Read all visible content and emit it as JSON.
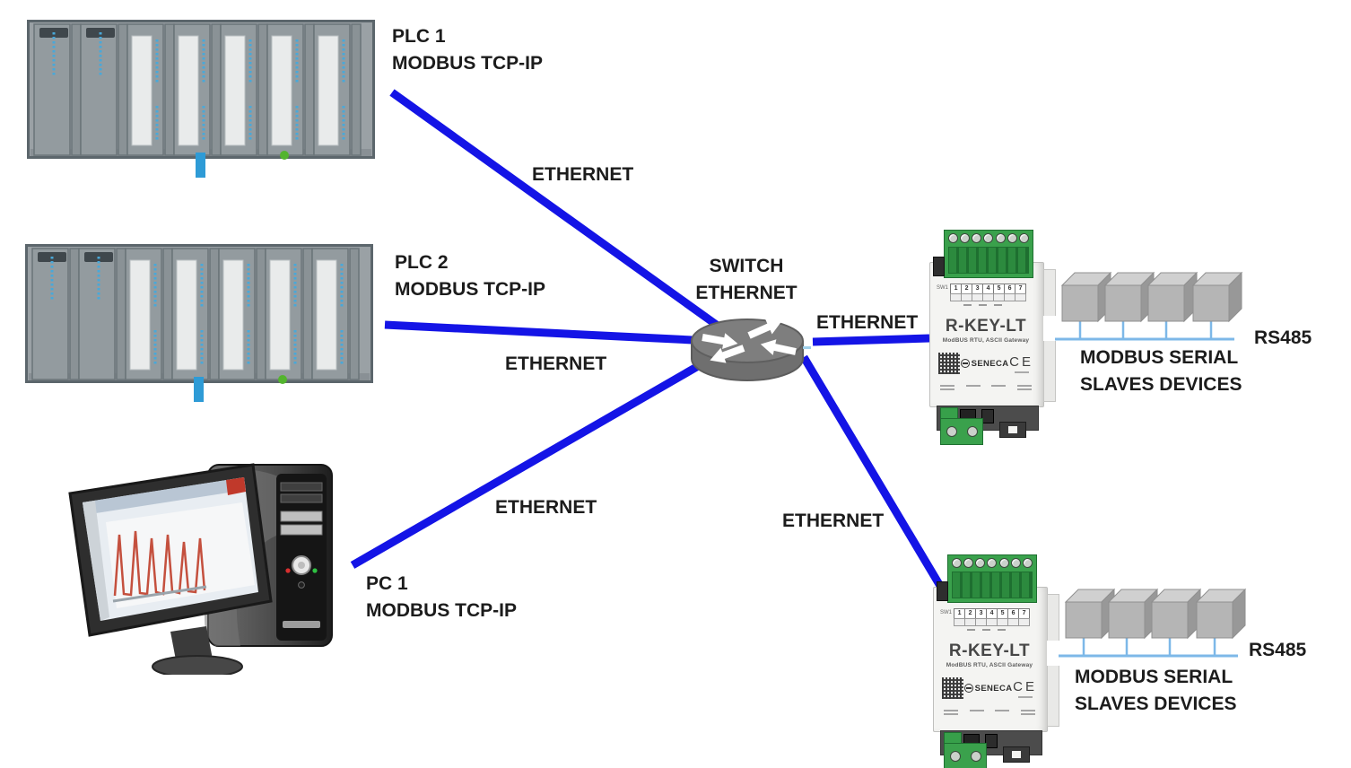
{
  "diagram": {
    "nodes": {
      "plc1": {
        "label_line1": "PLC 1",
        "label_line2": "MODBUS TCP-IP"
      },
      "plc2": {
        "label_line1": "PLC 2",
        "label_line2": "MODBUS TCP-IP"
      },
      "pc1": {
        "label_line1": "PC 1",
        "label_line2": "MODBUS TCP-IP"
      },
      "switch": {
        "label_line1": "SWITCH",
        "label_line2": "ETHERNET"
      },
      "gateway_top": {
        "model": "R-KEY-LT",
        "subtitle": "ModBUS RTU, ASCII Gateway",
        "brand": "SENECA",
        "ce_mark": "CE",
        "dip_label": "SW1",
        "terminals": [
          "1",
          "2",
          "3",
          "4",
          "5",
          "6",
          "7"
        ]
      },
      "gateway_bottom": {
        "model": "R-KEY-LT",
        "subtitle": "ModBUS RTU, ASCII Gateway",
        "brand": "SENECA",
        "ce_mark": "CE",
        "dip_label": "SW1",
        "terminals": [
          "1",
          "2",
          "3",
          "4",
          "5",
          "6",
          "7"
        ]
      },
      "slaves_top": {
        "label_line1": "MODBUS SERIAL",
        "label_line2": "SLAVES DEVICES",
        "bus_label": "RS485"
      },
      "slaves_bottom": {
        "label_line1": "MODBUS SERIAL",
        "label_line2": "SLAVES DEVICES",
        "bus_label": "RS485"
      }
    },
    "links": {
      "plc1_switch": "ETHERNET",
      "plc2_switch": "ETHERNET",
      "pc1_switch": "ETHERNET",
      "switch_gateway_top": "ETHERNET",
      "switch_gateway_bottom": "ETHERNET"
    },
    "colors": {
      "ethernet_line": "#1414e6",
      "rs485_line": "#7db8e8",
      "label_text": "#1c1c1c",
      "terminal_green": "#3aa14c",
      "device_gray": "#9aa1a5"
    }
  }
}
